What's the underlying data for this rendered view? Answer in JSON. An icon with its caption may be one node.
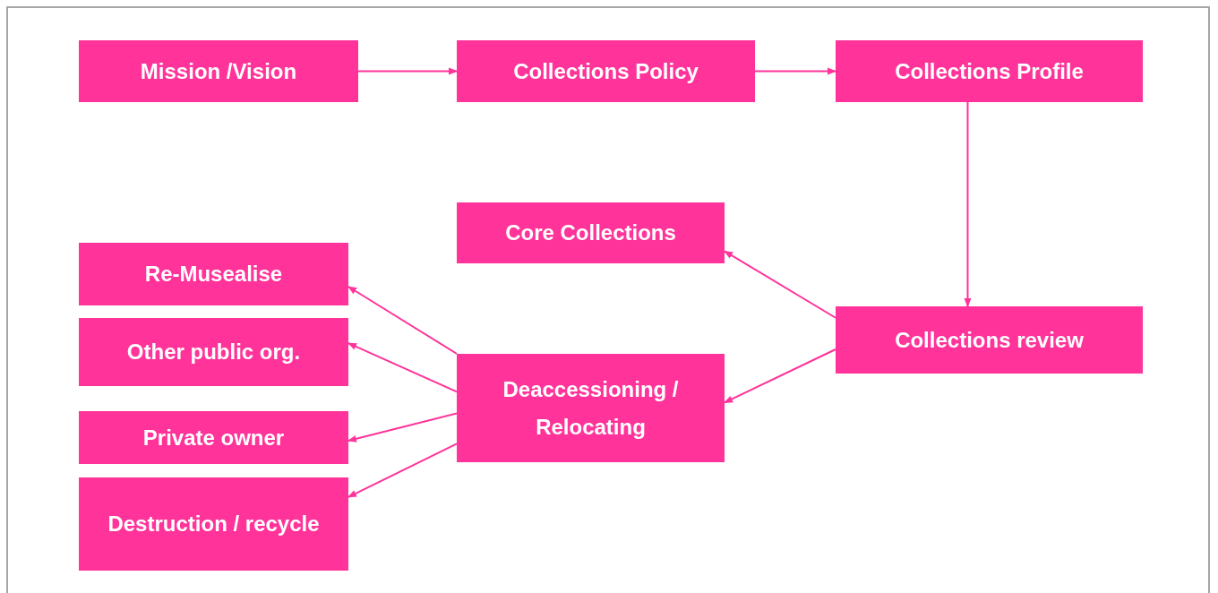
{
  "diagram": {
    "nodes": [
      {
        "text": [
          "Mission /Vision"
        ]
      },
      {
        "text": [
          "Collections Policy"
        ]
      },
      {
        "text": [
          "Collections Profile"
        ]
      },
      {
        "text": [
          "Core Collections"
        ]
      },
      {
        "text": [
          "Re-Musealise"
        ]
      },
      {
        "text": [
          "Other public org."
        ]
      },
      {
        "text": [
          "Collections review"
        ]
      },
      {
        "text": [
          "Deaccessioning / Relocating"
        ]
      },
      {
        "text": [
          "Private owner"
        ]
      },
      {
        "text": [
          "Destruction / recycle"
        ]
      }
    ],
    "edges": [
      {
        "from": 0,
        "to": 1,
        "arrow": "to"
      },
      {
        "from": 1,
        "to": 2,
        "arrow": "to"
      },
      {
        "from": 2,
        "to": 6,
        "arrow": "to"
      },
      {
        "from": 6,
        "to": 3,
        "arrow": "to"
      },
      {
        "from": 6,
        "to": 7,
        "arrow": "to"
      },
      {
        "from": 7,
        "to": 4,
        "arrow": "to"
      },
      {
        "from": 7,
        "to": 5,
        "arrow": "to"
      },
      {
        "from": 7,
        "to": 8,
        "arrow": "to"
      },
      {
        "from": 7,
        "to": 9,
        "arrow": "to"
      }
    ]
  }
}
